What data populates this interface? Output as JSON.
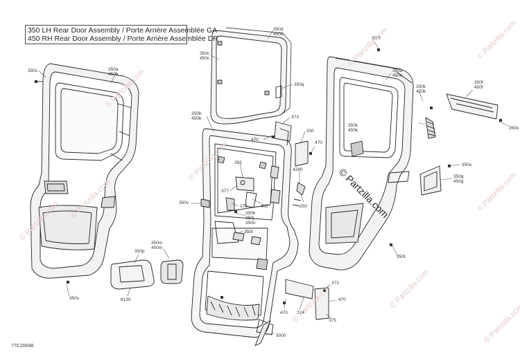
{
  "title": {
    "line1": "350 LH Rear Door Assembly / Porte Arrière Assemblée GA",
    "line2": "450 RH Rear Door Assembly / Porte Arrière Assemblée DR"
  },
  "document_id": "77C20048",
  "watermark": "© Partzilla.com",
  "watermark_center": "© Partzilla.com",
  "callouts": [
    {
      "id": "c350s-a",
      "lines": [
        "350s"
      ]
    },
    {
      "id": "c350a-left",
      "lines": [
        "350a",
        "450a"
      ]
    },
    {
      "id": "c350d",
      "lines": [
        "350d",
        "450d"
      ]
    },
    {
      "id": "c350c",
      "lines": [
        "350c",
        "450c"
      ]
    },
    {
      "id": "c350q",
      "lines": [
        "350q"
      ]
    },
    {
      "id": "c350b",
      "lines": [
        "350b",
        "450b"
      ]
    },
    {
      "id": "c373",
      "lines": [
        "373"
      ]
    },
    {
      "id": "c330",
      "lines": [
        "330"
      ]
    },
    {
      "id": "c470-a",
      "lines": [
        "470"
      ]
    },
    {
      "id": "c470-b",
      "lines": [
        "470"
      ]
    },
    {
      "id": "c355",
      "lines": [
        "355"
      ]
    },
    {
      "id": "c377",
      "lines": [
        "377"
      ]
    },
    {
      "id": "c350v",
      "lines": [
        "350v"
      ]
    },
    {
      "id": "c376",
      "lines": [
        "376"
      ]
    },
    {
      "id": "c465",
      "lines": [
        "465"
      ]
    },
    {
      "id": "c4280",
      "lines": [
        "4280"
      ]
    },
    {
      "id": "c250",
      "lines": [
        "250"
      ]
    },
    {
      "id": "c350h",
      "lines": [
        "350h",
        "350j",
        "350n"
      ]
    },
    {
      "id": "c350t-mid",
      "lines": [
        "350t"
      ]
    },
    {
      "id": "c350t-top",
      "lines": [
        "350t"
      ]
    },
    {
      "id": "c350a-right",
      "lines": [
        "350a",
        "450e"
      ]
    },
    {
      "id": "c350k",
      "lines": [
        "350k",
        "450k"
      ]
    },
    {
      "id": "c350f",
      "lines": [
        "350f",
        "450f"
      ]
    },
    {
      "id": "c350u-a",
      "lines": [
        "350u"
      ]
    },
    {
      "id": "c350k-b",
      "lines": [
        "350k",
        "450k"
      ]
    },
    {
      "id": "c350u-b",
      "lines": [
        "350u"
      ]
    },
    {
      "id": "c350g",
      "lines": [
        "350g",
        "450g"
      ]
    },
    {
      "id": "c350t-right",
      "lines": [
        "350t"
      ]
    },
    {
      "id": "c350m",
      "lines": [
        "350m",
        "450m"
      ]
    },
    {
      "id": "c350p",
      "lines": [
        "350p"
      ]
    },
    {
      "id": "c6130",
      "lines": [
        "6130"
      ]
    },
    {
      "id": "c350s-b",
      "lines": [
        "350s"
      ]
    },
    {
      "id": "c372",
      "lines": [
        "372"
      ]
    },
    {
      "id": "c470-c",
      "lines": [
        "470"
      ]
    },
    {
      "id": "c374",
      "lines": [
        "374"
      ]
    },
    {
      "id": "c470-d",
      "lines": [
        "470"
      ]
    },
    {
      "id": "c375",
      "lines": [
        "375"
      ]
    },
    {
      "id": "c5000",
      "lines": [
        "5000"
      ]
    }
  ]
}
